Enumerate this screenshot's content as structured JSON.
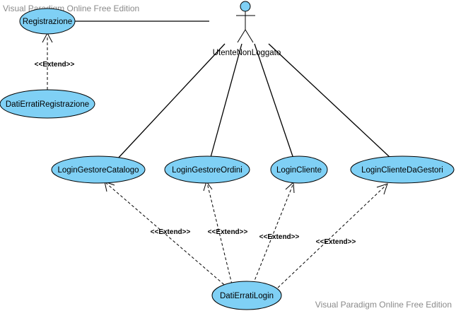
{
  "watermark": {
    "top": "Visual Paradigm Online Free Edition",
    "bottom": "Visual Paradigm Online Free Edition"
  },
  "actor": {
    "name": "UtenteNonLoggato"
  },
  "use_cases": {
    "registrazione": "Registrazione",
    "dati_errati_registrazione": "DatiErratiRegistrazione",
    "login_gestore_catalogo": "LoginGestoreCatalogo",
    "login_gestore_ordini": "LoginGestoreOrdini",
    "login_cliente": "LoginCliente",
    "login_cliente_da_gestori": "LoginClienteDaGestori",
    "dati_errati_login": "DatiErratiLogin"
  },
  "relations": {
    "extend_label": "<<Extend>>"
  },
  "colors": {
    "use_case_fill": "#7fd0f5",
    "watermark": "#8a8a8a"
  }
}
